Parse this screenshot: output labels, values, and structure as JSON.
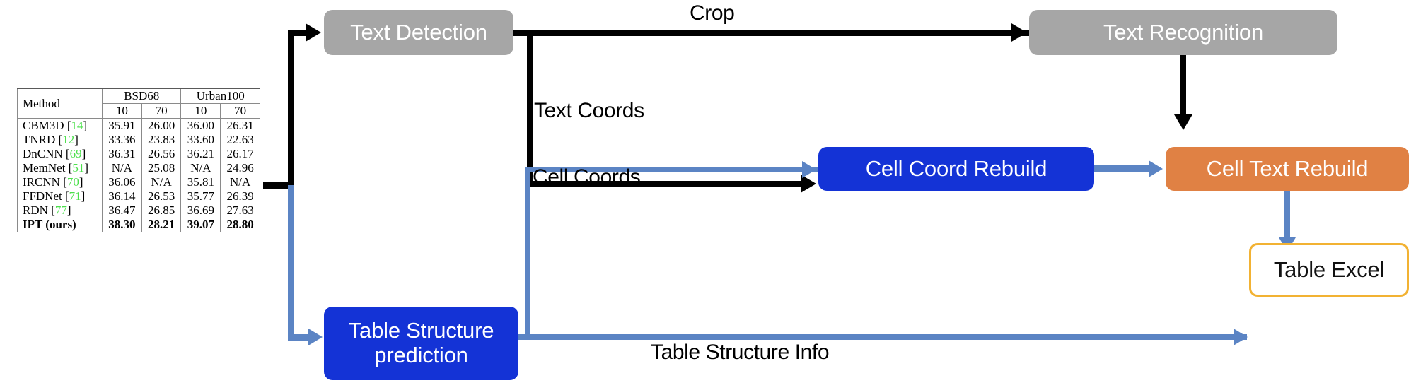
{
  "diagram": {
    "title": "Table recognition pipeline",
    "nodes": {
      "text_detection": {
        "label": "Text Detection",
        "color": "#a6a6a6"
      },
      "text_recognition": {
        "label": "Text Recognition",
        "color": "#a6a6a6"
      },
      "cell_coord_rebuild": {
        "label": "Cell Coord Rebuild",
        "color": "#1433d6"
      },
      "cell_text_rebuild": {
        "label": "Cell Text Rebuild",
        "color": "#e08144"
      },
      "table_structure_prediction": {
        "label_line1": "Table Structure",
        "label_line2": "prediction",
        "color": "#1433d6"
      },
      "table_excel": {
        "label": "Table Excel",
        "color": "#f2b233"
      }
    },
    "edge_labels": {
      "crop": "Crop",
      "text_coords": "Text Coords",
      "cell_coords": "Cell Coords",
      "table_structure_info": "Table Structure Info"
    },
    "colors": {
      "gray": "#a6a6a6",
      "blue": "#1433d6",
      "orange": "#e08144",
      "outline_yellow": "#f2b233",
      "arrow_blue": "#5b84c4",
      "arrow_black": "#000000"
    }
  },
  "table_figure": {
    "corner_header": "Method",
    "group_headers": [
      "BSD68",
      "Urban100"
    ],
    "sub_headers": [
      "10",
      "70",
      "10",
      "70"
    ],
    "rows": [
      {
        "method": "CBM3D",
        "ref": "14",
        "values": [
          "35.91",
          "26.00",
          "36.00",
          "26.31"
        ],
        "style": "normal"
      },
      {
        "method": "TNRD",
        "ref": "12",
        "values": [
          "33.36",
          "23.83",
          "33.60",
          "22.63"
        ],
        "style": "normal"
      },
      {
        "method": "DnCNN",
        "ref": "69",
        "values": [
          "36.31",
          "26.56",
          "36.21",
          "26.17"
        ],
        "style": "normal"
      },
      {
        "method": "MemNet",
        "ref": "51",
        "values": [
          "N/A",
          "25.08",
          "N/A",
          "24.96"
        ],
        "style": "normal"
      },
      {
        "method": "IRCNN",
        "ref": "70",
        "values": [
          "36.06",
          "N/A",
          "35.81",
          "N/A"
        ],
        "style": "normal"
      },
      {
        "method": "FFDNet",
        "ref": "71",
        "values": [
          "36.14",
          "26.53",
          "35.77",
          "26.39"
        ],
        "style": "normal"
      },
      {
        "method": "RDN",
        "ref": "77",
        "values": [
          "36.47",
          "26.85",
          "36.69",
          "27.63"
        ],
        "style": "underline"
      }
    ],
    "final_row": {
      "method": "IPT (ours)",
      "ref": "",
      "values": [
        "38.30",
        "28.21",
        "39.07",
        "28.80"
      ],
      "style": "bold"
    },
    "ref_color": "#4ce04c"
  }
}
